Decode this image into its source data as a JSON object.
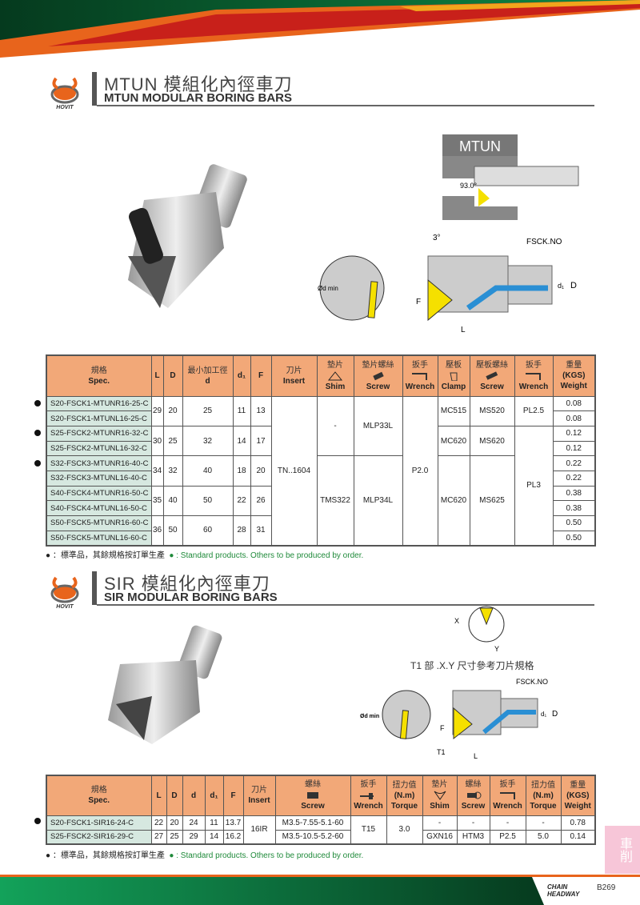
{
  "colors": {
    "green": "#0d6b3a",
    "orange": "#e8641c",
    "header": "#f2a878",
    "spec_bg": "#d6e8e0",
    "insert_yellow": "#f5e000",
    "tool_blue": "#2a8fd4"
  },
  "brand": {
    "logo_text": "HOVIT",
    "footer_logo": "CHAIN HEADWAY",
    "page": "B269",
    "side_tab": "車削"
  },
  "section1": {
    "title_cn": "MTUN 模組化內徑車刀",
    "title_en": "MTUN MODULAR BORING BARS",
    "diagram": {
      "label": "MTUN",
      "angle": "93.0°",
      "angle2": "3°",
      "fsck": "FSCK.NO",
      "dmin": "Ød min",
      "F": "F",
      "L": "L",
      "d1": "d₁",
      "D": "D"
    },
    "headers": {
      "spec_cn": "規格",
      "spec": "Spec.",
      "L": "L",
      "D": "D",
      "d_cn": "最小加工徑",
      "d": "d",
      "d1": "d₁",
      "F": "F",
      "insert_cn": "刀片",
      "insert": "Insert",
      "shim_cn": "墊片",
      "shim": "Shim",
      "screw_cn": "墊片螺絲",
      "screw": "Screw",
      "wrench_cn": "扳手",
      "wrench": "Wrench",
      "clamp_cn": "壓板",
      "clamp": "Clamp",
      "screw2_cn": "壓板螺絲",
      "screw2": "Screw",
      "wrench2_cn": "扳手",
      "wrench2": "Wrench",
      "weight_cn": "重量",
      "weight_unit": "(KGS)",
      "weight": "Weight"
    },
    "rows": [
      {
        "spec": "S20-FSCK1-MTUNR16-25-C",
        "std": true,
        "weight": "0.08"
      },
      {
        "spec": "S20-FSCK1-MTUNL16-25-C",
        "std": false,
        "weight": "0.08"
      },
      {
        "spec": "S25-FSCK2-MTUNR16-32-C",
        "std": true,
        "weight": "0.12"
      },
      {
        "spec": "S25-FSCK2-MTUNL16-32-C",
        "std": false,
        "weight": "0.12"
      },
      {
        "spec": "S32-FSCK3-MTUNR16-40-C",
        "std": true,
        "weight": "0.22"
      },
      {
        "spec": "S32-FSCK3-MTUNL16-40-C",
        "std": false,
        "weight": "0.22"
      },
      {
        "spec": "S40-FSCK4-MTUNR16-50-C",
        "std": false,
        "weight": "0.38"
      },
      {
        "spec": "S40-FSCK4-MTUNL16-50-C",
        "std": false,
        "weight": "0.38"
      },
      {
        "spec": "S50-FSCK5-MTUNR16-60-C",
        "std": false,
        "weight": "0.50"
      },
      {
        "spec": "S50-FSCK5-MTUNL16-60-C",
        "std": false,
        "weight": "0.50"
      }
    ],
    "groups": [
      {
        "L": "29",
        "D": "20",
        "d": "25",
        "d1": "11",
        "F": "13"
      },
      {
        "L": "30",
        "D": "25",
        "d": "32",
        "d1": "14",
        "F": "17"
      },
      {
        "L": "34",
        "D": "32",
        "d": "40",
        "d1": "18",
        "F": "20"
      },
      {
        "L": "35",
        "D": "40",
        "d": "50",
        "d1": "22",
        "F": "26"
      },
      {
        "L": "36",
        "D": "50",
        "d": "60",
        "d1": "28",
        "F": "31"
      }
    ],
    "insert": "TN..1604",
    "shim_a": "-",
    "shim_b": "TMS322",
    "screw_a": "MLP33L",
    "screw_b": "MLP34L",
    "wrench": "P2.0",
    "clamp_a": "MC515",
    "clamp_b": "MC620",
    "clamp_c": "MC620",
    "screw2_a": "MS520",
    "screw2_b": "MS620",
    "screw2_c": "MS625",
    "wrench2_a": "PL2.5",
    "wrench2_b": "PL3"
  },
  "note": {
    "cn": "：標準品，其餘規格按訂單生產",
    "en": ": Standard products. Others to be produced by order."
  },
  "section2": {
    "title_cn": "SIR 模組化內徑車刀",
    "title_en": "SIR MODULAR BORING BARS",
    "diagram": {
      "caption": "T1 部 .X.Y 尺寸參考刀片規格",
      "X": "X",
      "Y": "Y",
      "fsck": "FSCK.NO",
      "dmin": "Ød min",
      "F": "F",
      "T1": "T1",
      "L": "L",
      "d1": "d₁",
      "D": "D"
    },
    "headers": {
      "spec_cn": "規格",
      "spec": "Spec.",
      "L": "L",
      "D": "D",
      "d": "d",
      "d1": "d₁",
      "F": "F",
      "insert_cn": "刀片",
      "insert": "Insert",
      "screw_cn": "螺絲",
      "screw": "Screw",
      "wrench_cn": "扳手",
      "wrench": "Wrench",
      "torque_cn": "扭力值",
      "torque_unit": "(N.m)",
      "torque": "Torque",
      "shim_cn": "墊片",
      "shim": "Shim",
      "screw2_cn": "螺絲",
      "screw2": "Screw",
      "wrench2_cn": "扳手",
      "wrench2": "Wrench",
      "torque2_cn": "扭力值",
      "torque2_unit": "(N.m)",
      "torque2": "Torque",
      "weight_cn": "重量",
      "weight_unit": "(KGS)",
      "weight": "Weight"
    },
    "rows": [
      {
        "spec": "S20-FSCK1-SIR16-24-C",
        "std": true,
        "L": "22",
        "D": "20",
        "d": "24",
        "d1": "11",
        "F": "13.7",
        "screw": "M3.5-7.55-5.1-60",
        "shim": "-",
        "screw2": "-",
        "wrench2": "-",
        "torque2": "-",
        "weight": "0.78"
      },
      {
        "spec": "S25-FSCK2-SIR16-29-C",
        "std": false,
        "L": "27",
        "D": "25",
        "d": "29",
        "d1": "14",
        "F": "16.2",
        "screw": "M3.5-10.5-5.2-60",
        "shim": "GXN16",
        "screw2": "HTM3",
        "wrench2": "P2.5",
        "torque2": "5.0",
        "weight": "0.14"
      }
    ],
    "insert": "16IR",
    "wrench": "T15",
    "torque": "3.0"
  }
}
